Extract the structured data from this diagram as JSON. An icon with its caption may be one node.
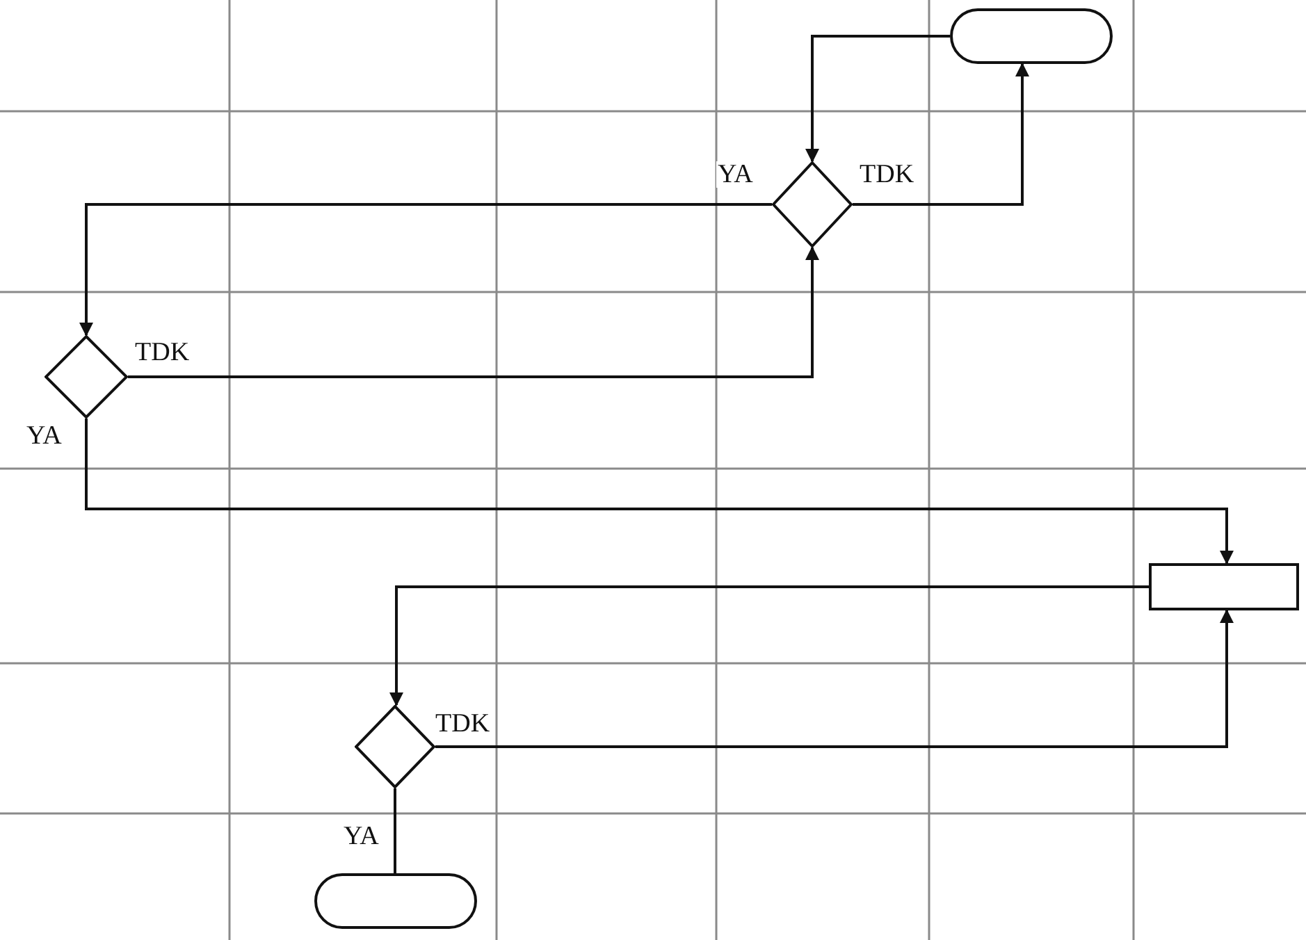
{
  "diagram": {
    "nodes": [
      {
        "text": [],
        "shape": "box"
      },
      {
        "text": [],
        "shape": "diamond"
      },
      {
        "text": [],
        "shape": "diamond"
      },
      {
        "text": [],
        "shape": "box"
      },
      {
        "text": [],
        "shape": "diamond"
      },
      {
        "text": [],
        "shape": "box"
      }
    ],
    "edges": [
      {
        "from": 0,
        "to": 1,
        "arrow": "to"
      },
      {
        "from": 1,
        "to": 0,
        "arrow": "to",
        "label": "TDK"
      },
      {
        "from": 1,
        "to": 2,
        "arrow": "to",
        "label": "YA"
      },
      {
        "from": 2,
        "to": 1,
        "arrow": "to",
        "label": "TDK"
      },
      {
        "from": 2,
        "to": 3,
        "arrow": "to",
        "label": "YA"
      },
      {
        "from": 3,
        "to": 4,
        "arrow": "to"
      },
      {
        "from": 4,
        "to": 3,
        "arrow": "to",
        "label": "TDK"
      },
      {
        "from": 4,
        "to": 5,
        "arrow": "none",
        "label": "YA"
      }
    ]
  }
}
